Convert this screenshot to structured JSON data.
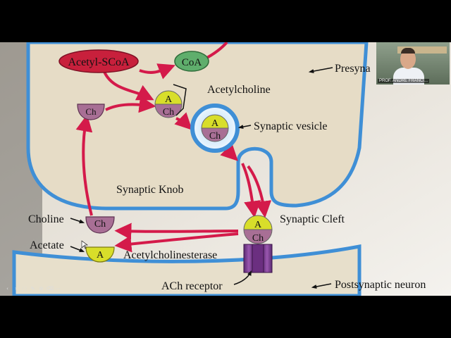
{
  "labels": {
    "acetyl_scoa": "Acetyl-SCoA",
    "coa": "CoA",
    "acetylcholine": "Acetylcholine",
    "synaptic_vesicle": "Synaptic vesicle",
    "presynaptic_partial": "Presyna",
    "synaptic_knob": "Synaptic Knob",
    "synaptic_cleft": "Synaptic Cleft",
    "choline": "Choline",
    "acetate": "Acetate",
    "acetylcholinesterase": "Acetylcholinesterase",
    "ach_receptor": "ACh receptor",
    "postsynaptic_neuron": "Postsynaptic neuron"
  },
  "molecules": {
    "a": "A",
    "ch": "Ch"
  },
  "webcam": {
    "caption": "PROF. ANDRE FRANCI..."
  },
  "toolbar": {
    "icons": [
      "prev-icon",
      "next-icon",
      "pointer-icon",
      "pen-icon",
      "highlighter-icon",
      "eraser-icon",
      "more-icon"
    ]
  },
  "colors": {
    "cell_fill": "#e6dcc6",
    "membrane": "#3f8fd6",
    "arrow": "#d41a4a",
    "acetyl_red": "#c8203c",
    "coa_green": "#5fae6c",
    "acetyl_yellow": "#d8de2a",
    "choline_purple": "#a86f95",
    "receptor_purple": "#7a3c8c"
  }
}
